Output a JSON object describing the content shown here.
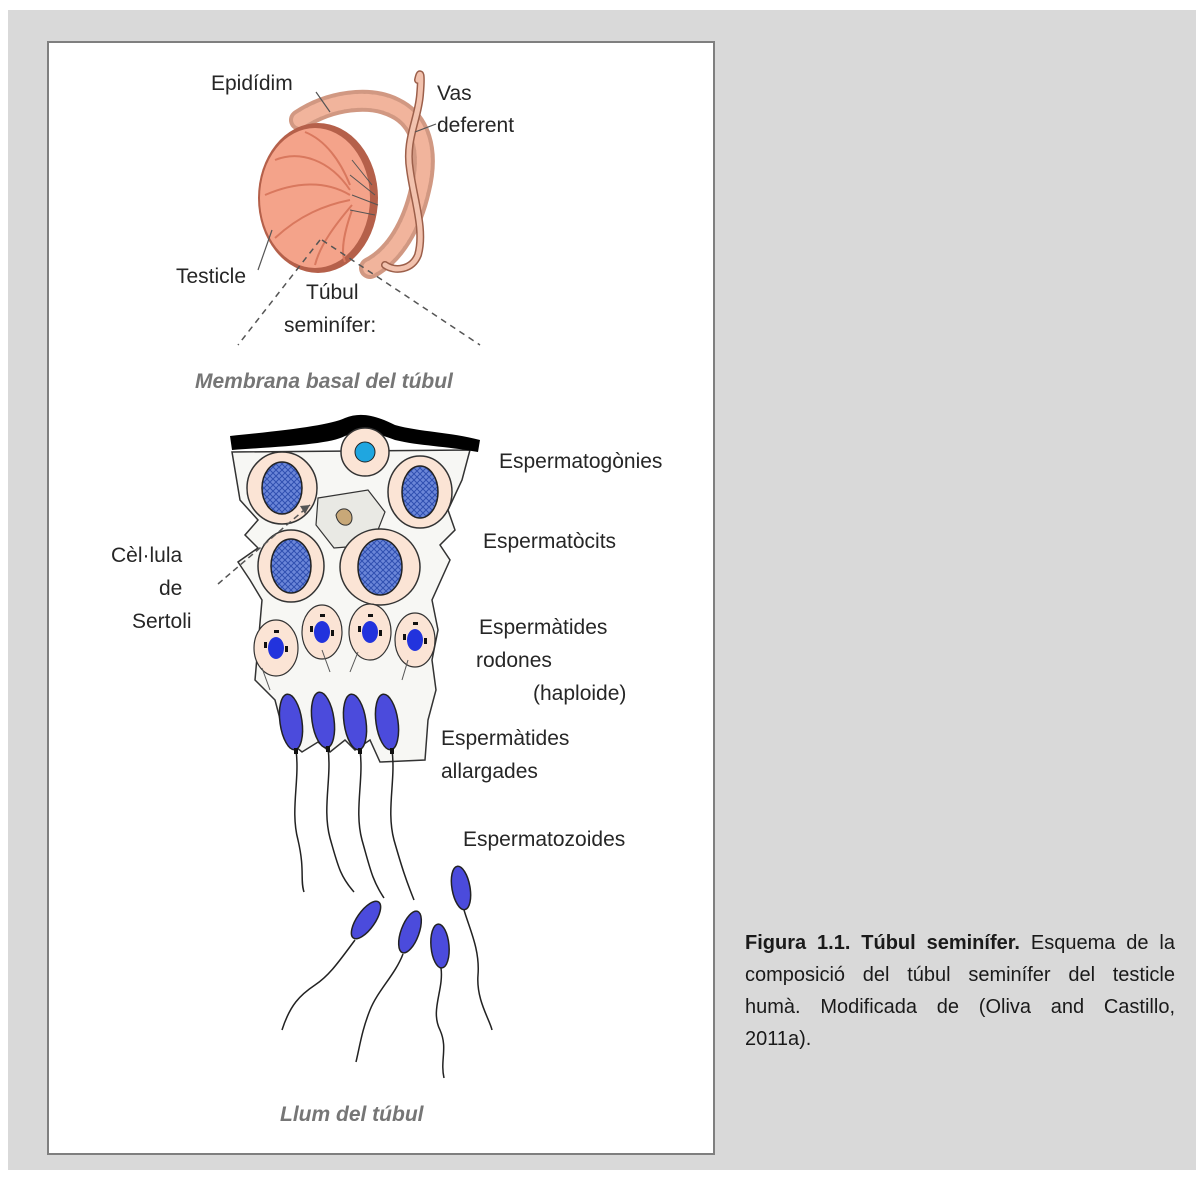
{
  "diagram": {
    "labels": {
      "epididim": "Epidídim",
      "vas_line1": "Vas",
      "vas_line2": "deferent",
      "testicle": "Testicle",
      "tubul_line1": "Túbul",
      "tubul_line2": "seminífer:",
      "membrana": "Membrana basal del túbul",
      "espermatogonies": "Espermatogònies",
      "espermatocits": "Espermatòcits",
      "sertoli_line1": "Cèl·lula",
      "sertoli_line2": "de",
      "sertoli_line3": "Sertoli",
      "rodones_line1": "Espermàtides",
      "rodones_line2": "rodones",
      "rodones_line3": "(haploide)",
      "allargades_line1": "Espermàtides",
      "allargades_line2": "allargades",
      "espermatozoides": "Espermatozoides",
      "llum": "Llum del túbul"
    },
    "colors": {
      "testis": "#f4a38a",
      "cell_fill": "#fbe4d5",
      "nucleus_blue": "#3a57d6",
      "sperm_head": "#4b4bdc",
      "spermatogonia_nucleus": "#1fa6e0",
      "membrane": "#000000"
    }
  },
  "caption": {
    "title": "Figura 1.1. Túbul seminífer.",
    "body": "Esquema de la composició del túbul seminífer del testicle humà. Modificada de (Oliva and Castillo, 2011a)."
  }
}
